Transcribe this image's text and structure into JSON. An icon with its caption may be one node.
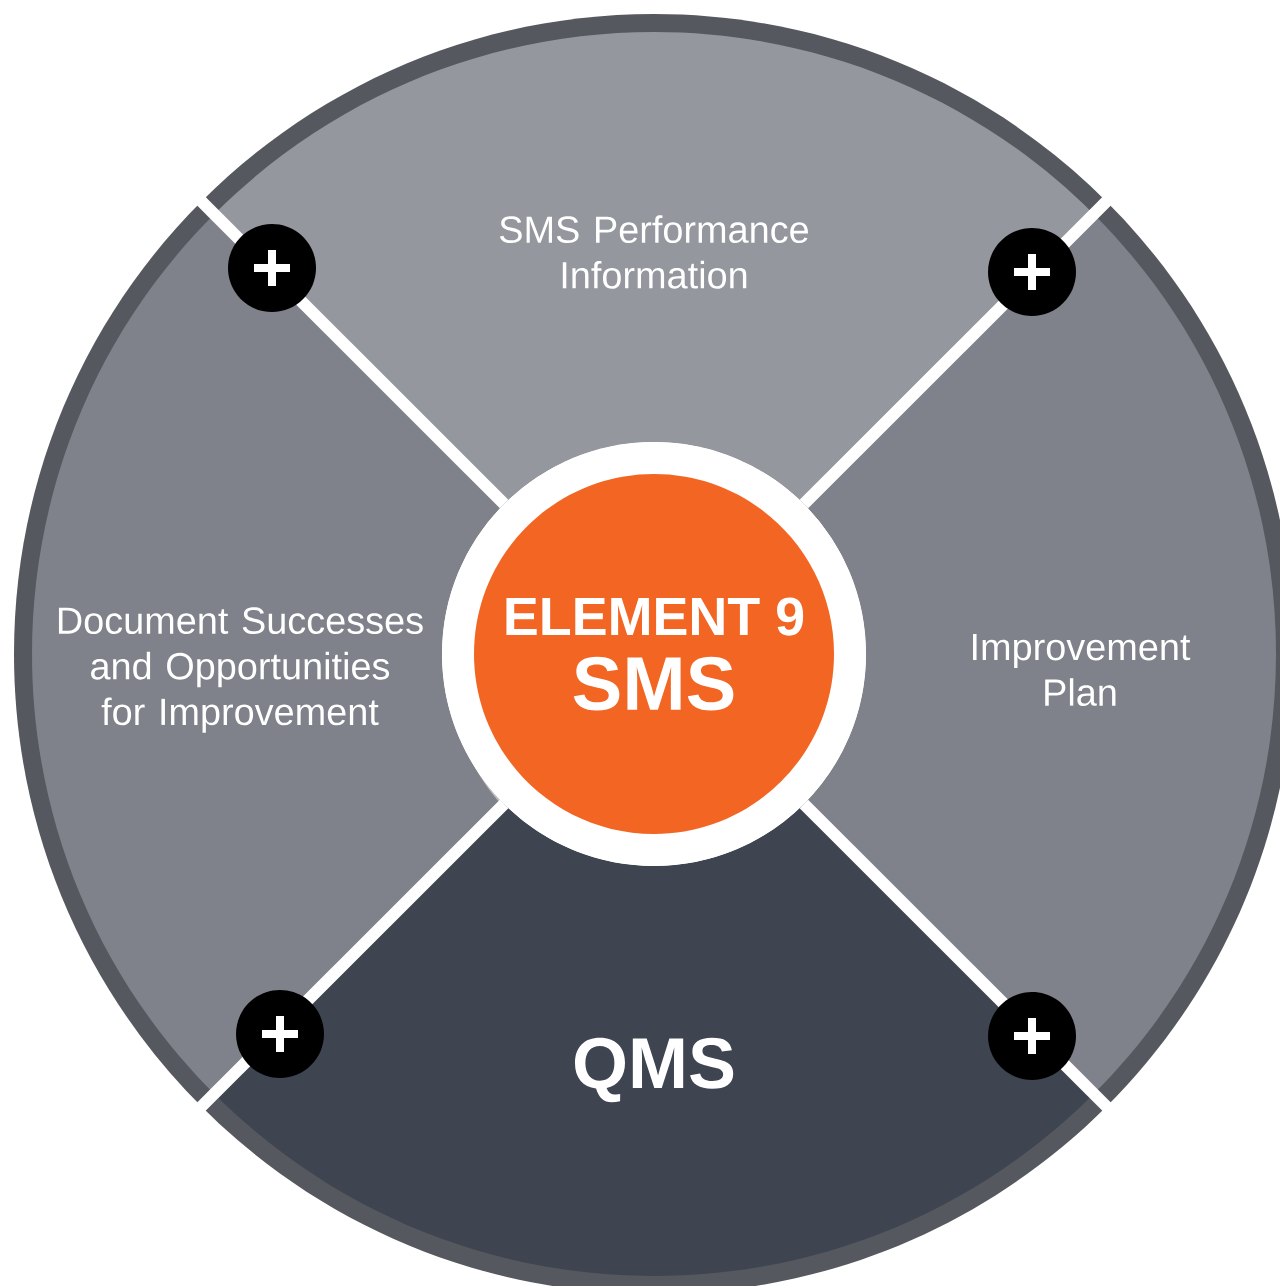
{
  "diagram": {
    "nodes": [
      {
        "text": [
          "SMS Performance Information"
        ]
      },
      {
        "text": [
          "Document Successes and Opportunities for Improvement"
        ]
      },
      {
        "text": [
          "ELEMENT 9",
          "SMS"
        ]
      },
      {
        "text": [
          "Improvement Plan"
        ]
      },
      {
        "text": [
          "QMS"
        ]
      }
    ]
  }
}
